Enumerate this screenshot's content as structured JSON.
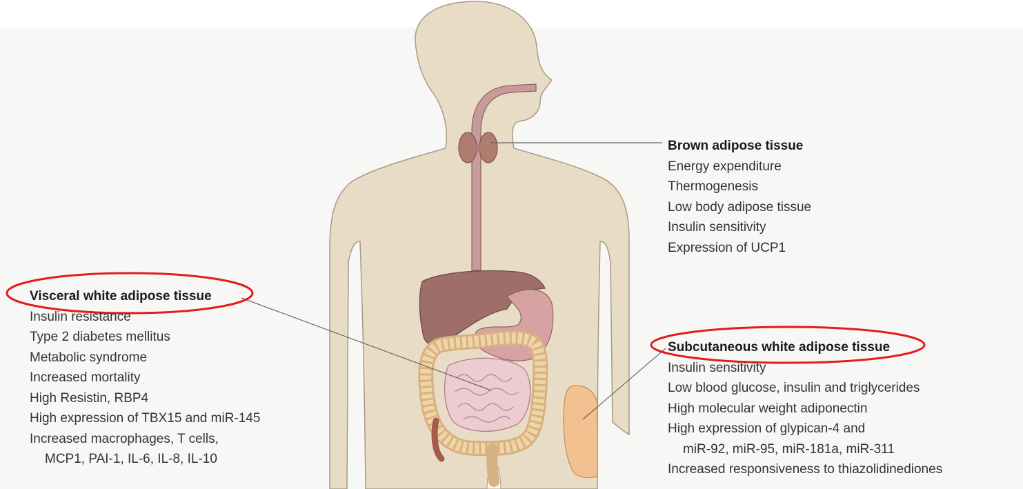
{
  "colors": {
    "background": "#ffffff",
    "body_fill": "#e9dcc6",
    "body_outline": "#a89984",
    "esophagus": "#b98a8a",
    "thyroid": "#b07c6f",
    "liver": "#9d6f68",
    "stomach": "#d29a9a",
    "small_intestine": "#e8c6c9",
    "large_intestine": "#edcf9f",
    "subcutaneous_fat": "#f3c08f",
    "highlight_ellipse": "#e31b1b",
    "leader_line": "#666666",
    "text": "#333333"
  },
  "icons": [
    "human-silhouette",
    "thyroid-gland",
    "liver",
    "stomach",
    "intestines",
    "subcutaneous-fat-depot"
  ],
  "brown": {
    "title": "Brown adipose tissue",
    "items": [
      "Energy expenditure",
      "Thermogenesis",
      "Low body adipose tissue",
      "Insulin sensitivity",
      "Expression of UCP1"
    ]
  },
  "visceral": {
    "title": "Visceral white adipose tissue",
    "items": [
      "Insulin resistance",
      "Type 2 diabetes mellitus",
      "Metabolic syndrome",
      "Increased mortality",
      "High Resistin, RBP4",
      "High expression of TBX15 and miR-145",
      "Increased macrophages, T cells,",
      "MCP1, PAI-1, IL-6, IL-8, IL-10"
    ]
  },
  "subcutaneous": {
    "title": "Subcutaneous white adipose tissue",
    "items": [
      "Insulin sensitivity",
      "Low blood glucose, insulin and triglycerides",
      "High molecular weight adiponectin",
      "High expression of glypican-4 and",
      "miR-92, miR-95, miR-181a, miR-311",
      "Increased responsiveness to thiazolidinediones"
    ]
  }
}
